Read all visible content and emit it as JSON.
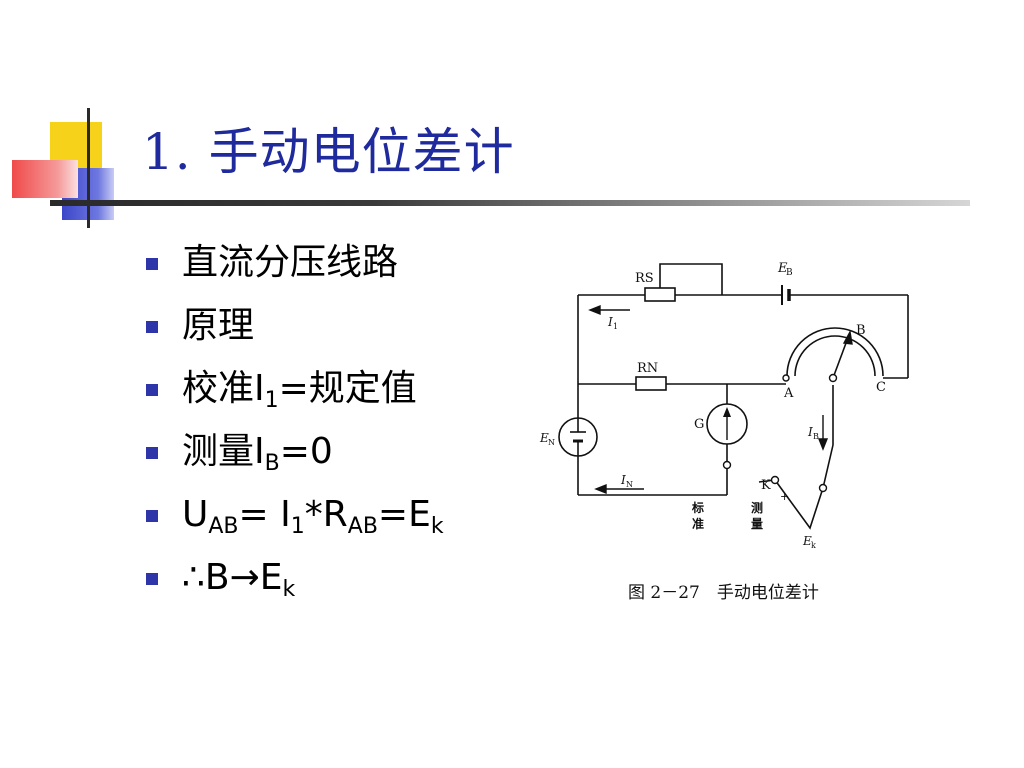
{
  "title": "1. 手动电位差计",
  "bullets": [
    {
      "parts": [
        {
          "t": "直流分压线路"
        }
      ]
    },
    {
      "parts": [
        {
          "t": "原理"
        }
      ]
    },
    {
      "parts": [
        {
          "t": "校准I"
        },
        {
          "sub": "1"
        },
        {
          "t": "=规定值"
        }
      ]
    },
    {
      "parts": [
        {
          "t": "测量I"
        },
        {
          "sub": "B"
        },
        {
          "t": "=0"
        }
      ]
    },
    {
      "parts": [
        {
          "t": "U"
        },
        {
          "sub": "AB"
        },
        {
          "t": "= I"
        },
        {
          "sub": "1"
        },
        {
          "t": "*R"
        },
        {
          "sub": "AB"
        },
        {
          "t": "=E"
        },
        {
          "sub": "k"
        }
      ]
    },
    {
      "parts": [
        {
          "t": "∴B→E"
        },
        {
          "sub": "k"
        }
      ]
    }
  ],
  "figure": {
    "caption": "图 2－27　手动电位差计",
    "labels": {
      "rs": "RS",
      "eb": "E",
      "eb_sub": "B",
      "i1": "I",
      "i1_sub": "1",
      "rn": "RN",
      "b": "B",
      "a": "A",
      "c": "C",
      "g": "G",
      "ib": "I",
      "ib_sub": "B",
      "en": "E",
      "en_sub": "N",
      "in": "I",
      "in_sub": "N",
      "k": "K",
      "plus": "+",
      "ek": "E",
      "ek_sub": "k",
      "std_1": "标",
      "std_2": "准",
      "meas_1": "测",
      "meas_2": "量"
    }
  },
  "colors": {
    "title": "#1f2a9c",
    "bullet": "#2d35a8",
    "deco_yellow": "#f6d21b",
    "deco_blue": "#3b46c8",
    "deco_red": "#f04a4a"
  }
}
